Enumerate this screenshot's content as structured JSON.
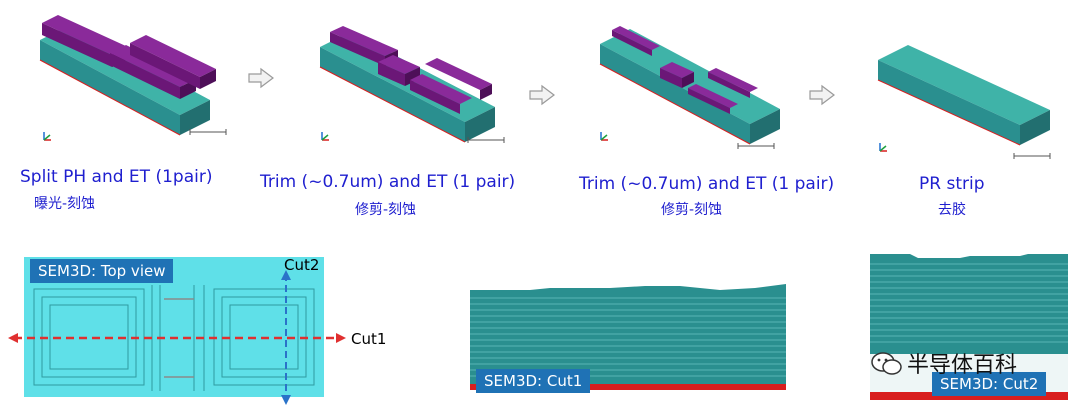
{
  "steps": [
    {
      "title": "Split PH and ET (1pair)",
      "subtitle": "曝光-刻蚀"
    },
    {
      "title": "Trim (~0.7um) and ET (1 pair)",
      "subtitle": "修剪-刻蚀"
    },
    {
      "title": "Trim (~0.7um) and ET (1 pair)",
      "subtitle": "修剪-刻蚀"
    },
    {
      "title": "PR strip",
      "subtitle": "去胶"
    }
  ],
  "sem": {
    "top_view_label": "SEM3D: Top view",
    "cut1_panel_label": "SEM3D: Cut1",
    "cut2_panel_label": "SEM3D: Cut2",
    "cut1_marker": "Cut1",
    "cut2_marker": "Cut2"
  },
  "watermark": "半导体百科",
  "colors": {
    "resist": "#7a1f8a",
    "oxide": "#2a8f8f",
    "top_view_bg": "#5fe0e8",
    "text_blue": "#1f1fcf",
    "label_bg": "#1f72b5",
    "cut_line": "#e03030",
    "cut2_line": "#2a73c9",
    "substrate_red": "#d81e1e"
  },
  "icons": [
    "process-arrow-icon",
    "axis-triad-icon",
    "scale-bar-icon",
    "wechat-icon"
  ]
}
